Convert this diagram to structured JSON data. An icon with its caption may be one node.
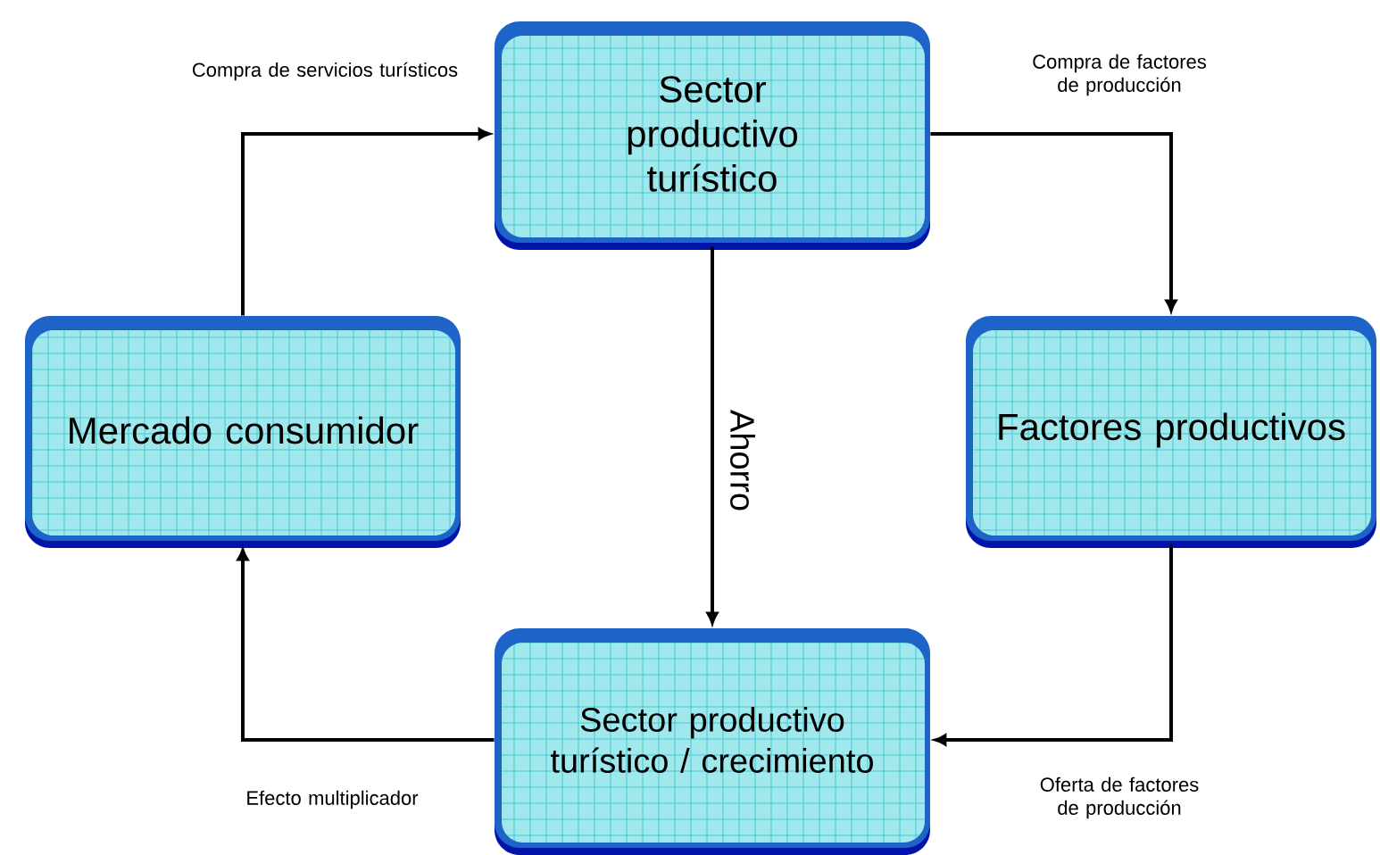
{
  "diagram": {
    "nodes": [
      {
        "text": [
          "Sector productivo turístico"
        ]
      },
      {
        "text": [
          "Mercado consumidor"
        ]
      },
      {
        "text": [
          "Factores productivos"
        ]
      },
      {
        "text": [
          "Sector productivo turístico / crecimiento"
        ]
      }
    ],
    "edges": [
      {
        "from": 1,
        "to": 0,
        "arrow": "to",
        "label": "Compra de servicios turísticos"
      },
      {
        "from": 0,
        "to": 2,
        "arrow": "to",
        "label": "Compra de factores de producción"
      },
      {
        "from": 0,
        "to": 3,
        "arrow": "to",
        "label": "Ahorro"
      },
      {
        "from": 2,
        "to": 3,
        "arrow": "to",
        "label": "Oferta de factores de producción"
      },
      {
        "from": 3,
        "to": 1,
        "arrow": "to",
        "label": "Efecto multiplicador"
      }
    ]
  }
}
